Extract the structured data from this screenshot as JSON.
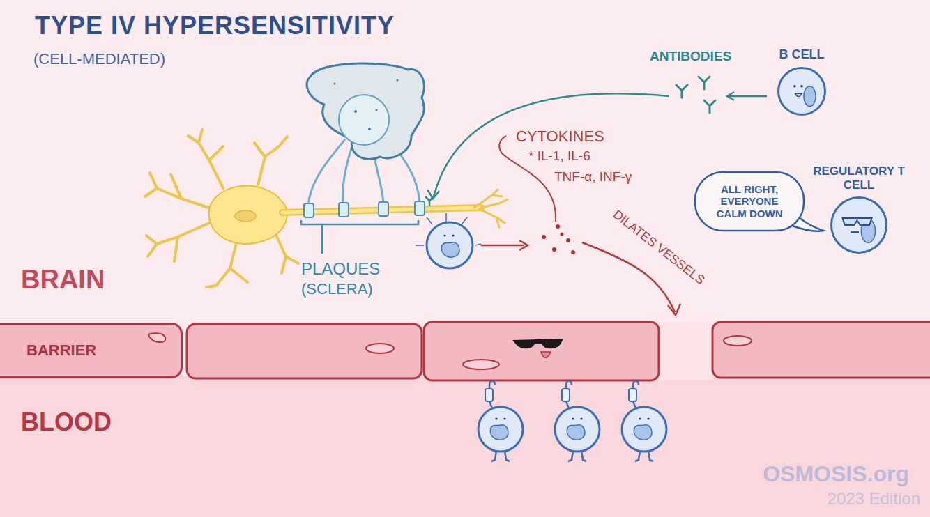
{
  "diagram": {
    "title": "TYPE IV HYPERSENSITIVITY",
    "nodes": [
      {
        "text": [
          "B CELL"
        ]
      },
      {
        "text": [
          "ALL RIGHT, EVERYONE CALM DOWN"
        ]
      },
      {
        "text": [
          "REGULATORY T CELL"
        ]
      },
      {
        "text": [
          "BARRIER"
        ]
      }
    ],
    "labels": [
      "(CELL-MEDIATED)",
      "ANTIBODIES",
      "CYTOKINES",
      "* IL-1, IL-6",
      "TNF-α, INF-γ",
      "DILATES VESSELS",
      "PLAQUES",
      "(SCLERA)",
      "BRAIN",
      "BLOOD",
      "OSMOSIS.org",
      "2023 Edition"
    ]
  }
}
